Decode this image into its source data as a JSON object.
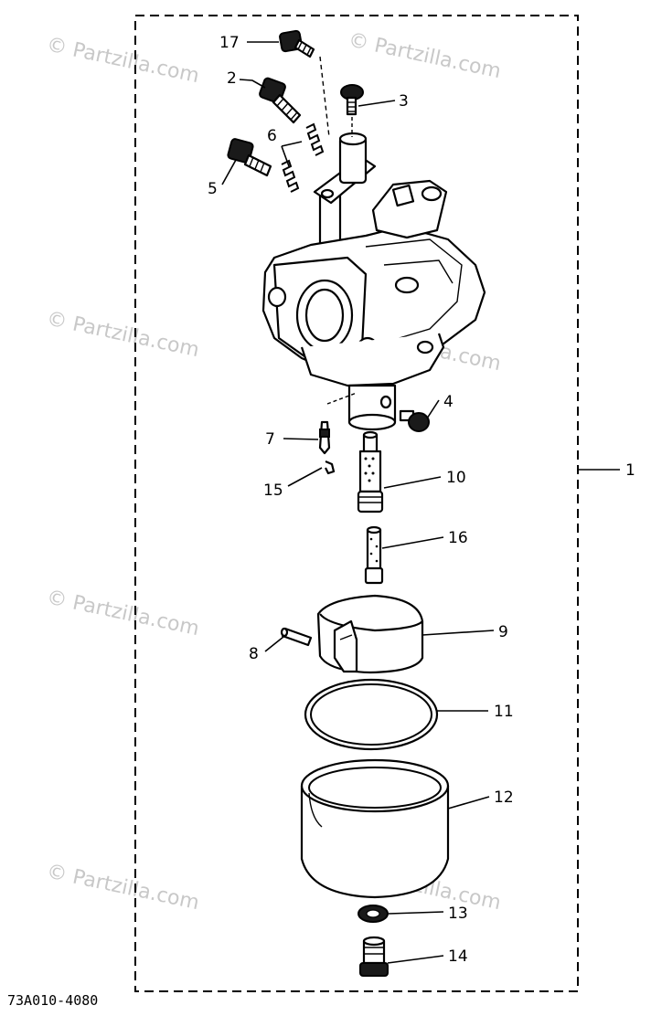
{
  "diagram_code": "73A010-4080",
  "assembly_callout": "1",
  "callouts": [
    {
      "id": "callout-17",
      "label": "17"
    },
    {
      "id": "callout-2",
      "label": "2"
    },
    {
      "id": "callout-3",
      "label": "3"
    },
    {
      "id": "callout-6",
      "label": "6"
    },
    {
      "id": "callout-5",
      "label": "5"
    },
    {
      "id": "callout-4",
      "label": "4"
    },
    {
      "id": "callout-7",
      "label": "7"
    },
    {
      "id": "callout-15",
      "label": "15"
    },
    {
      "id": "callout-10",
      "label": "10"
    },
    {
      "id": "callout-16",
      "label": "16"
    },
    {
      "id": "callout-9",
      "label": "9"
    },
    {
      "id": "callout-8",
      "label": "8"
    },
    {
      "id": "callout-11",
      "label": "11"
    },
    {
      "id": "callout-12",
      "label": "12"
    },
    {
      "id": "callout-13",
      "label": "13"
    },
    {
      "id": "callout-14",
      "label": "14"
    }
  ],
  "watermark_text": "© Partzilla.com",
  "colors": {
    "ink": "#000000",
    "watermark": "#c8c8c8",
    "background": "#ffffff"
  }
}
